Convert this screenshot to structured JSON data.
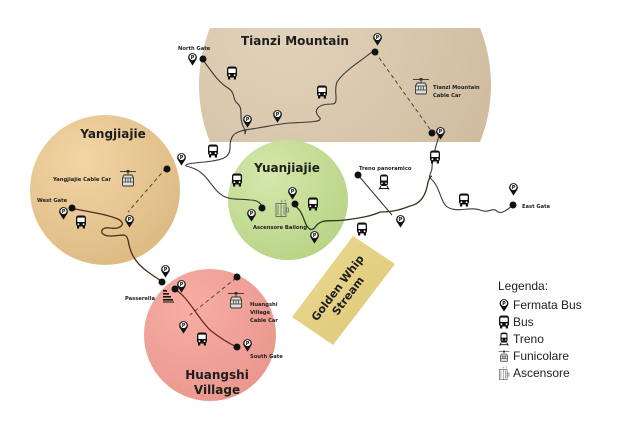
{
  "zones": [
    {
      "id": "tianzi",
      "title": "Tianzi Mountain",
      "color": "#d9c8ae"
    },
    {
      "id": "yangjiajie",
      "title": "Yangjiajie",
      "color": "#ecc990"
    },
    {
      "id": "yuanjiajie",
      "title": "Yuanjiajie",
      "color": "#c8df9e"
    },
    {
      "id": "huangshi",
      "title_line1": "Huangshi",
      "title_line2": "Village",
      "color": "#f2a49a"
    }
  ],
  "stream": {
    "line1": "Golden Whip",
    "line2": "Stream",
    "color": "#e3cf84"
  },
  "places": {
    "north_gate": "North Gate",
    "west_gate": "West Gate",
    "east_gate": "East Gate",
    "south_gate": "South Gate",
    "tianzi_cable_line1": "Tianzi Mountain",
    "tianzi_cable_line2": "Cable Car",
    "yangjiajie_cable": "Yangjiajie Cable Car",
    "bailong": "Ascensore Bailong",
    "treno": "Treno panoramico",
    "passerella": "Passerella",
    "huangshi_cable_line1": "Huangshi",
    "huangshi_cable_line2": "Village",
    "huangshi_cable_line3": "Cable Car"
  },
  "legend": {
    "title": "Legenda:",
    "items": [
      {
        "icon": "bus-stop-pin-icon",
        "label": "Fermata Bus"
      },
      {
        "icon": "bus-icon",
        "label": "Bus"
      },
      {
        "icon": "train-icon",
        "label": "Treno"
      },
      {
        "icon": "cable-car-icon",
        "label": "Funicolare"
      },
      {
        "icon": "elevator-icon",
        "label": "Ascensore"
      }
    ]
  }
}
